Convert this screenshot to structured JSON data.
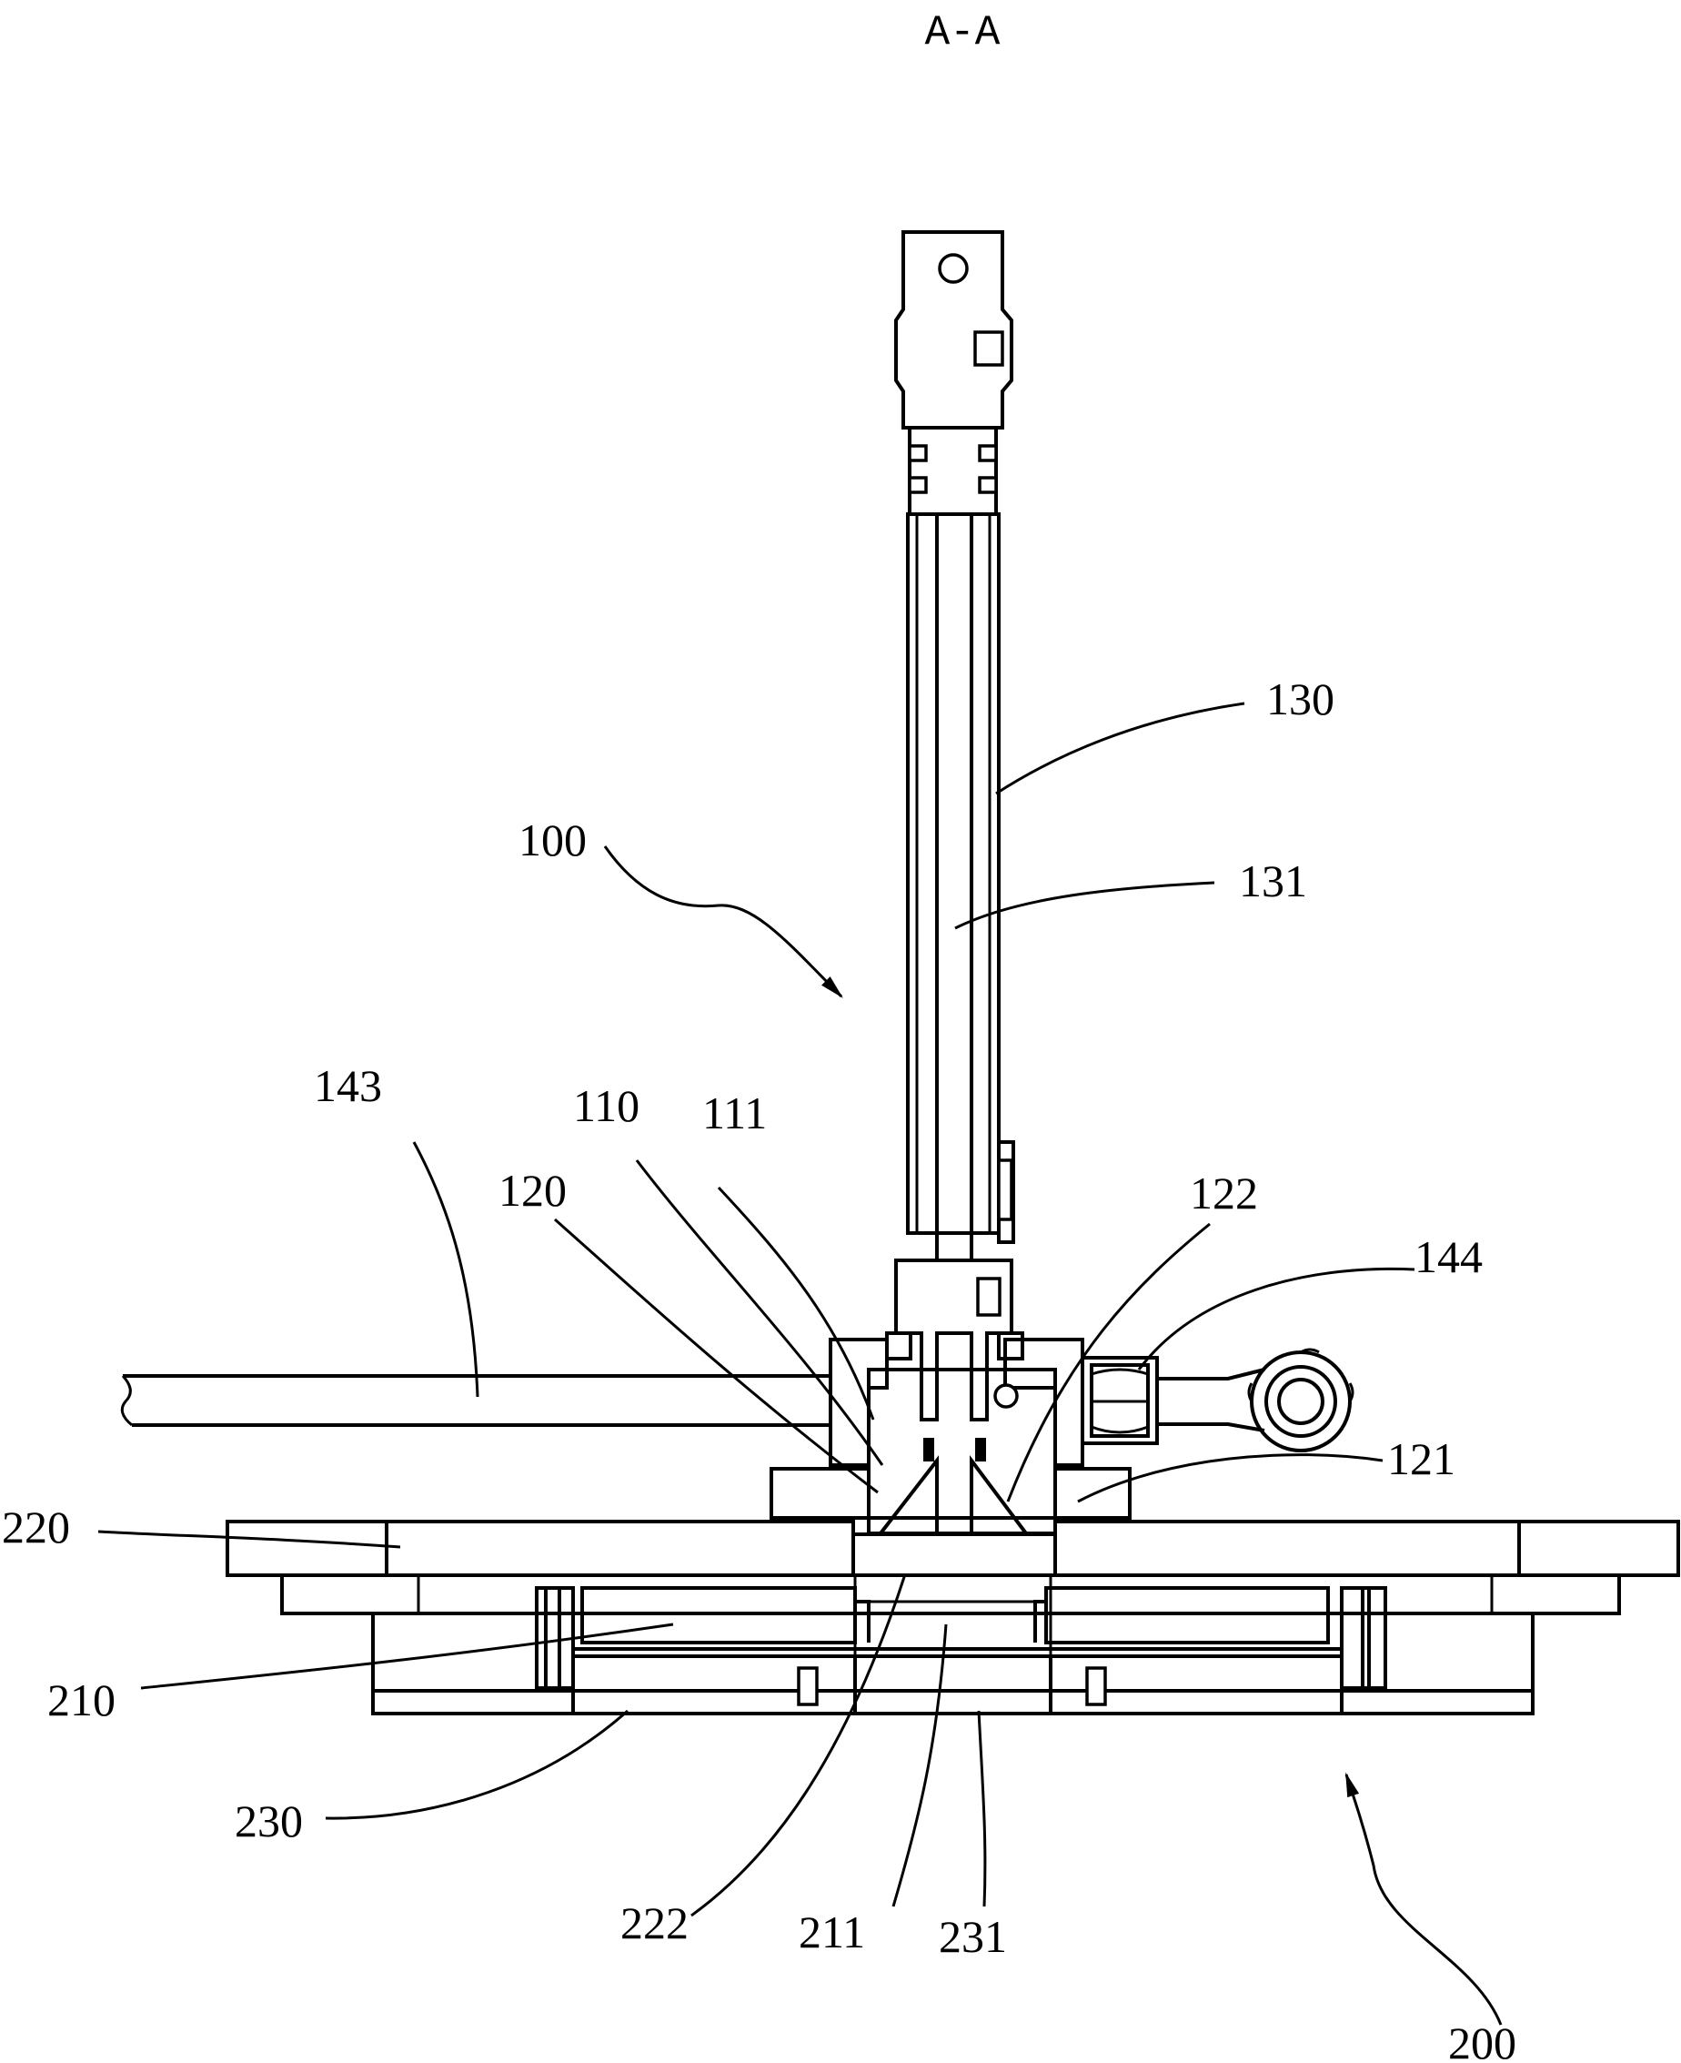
{
  "section_title": "A-A",
  "labels": {
    "l100": "100",
    "l110": "110",
    "l111": "111",
    "l120": "120",
    "l121": "121",
    "l122": "122",
    "l130": "130",
    "l131": "131",
    "l143": "143",
    "l144": "144",
    "l200": "200",
    "l210": "210",
    "l211": "211",
    "l220": "220",
    "l222": "222",
    "l230": "230",
    "l231": "231"
  }
}
